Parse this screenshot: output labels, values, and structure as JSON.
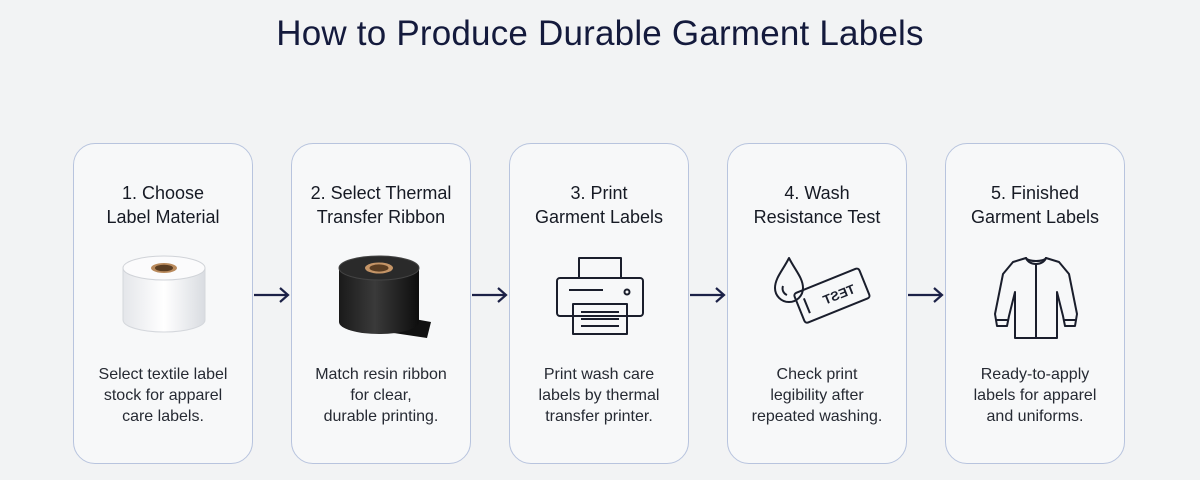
{
  "title": "How to Produce Durable Garment Labels",
  "steps": [
    {
      "title_lines": [
        "1. Choose",
        "Label Material"
      ],
      "icon": "white-label-roll-icon",
      "desc_lines": [
        "Select textile label",
        "stock for apparel",
        "care labels."
      ]
    },
    {
      "title_lines": [
        "2. Select Thermal",
        "Transfer Ribbon"
      ],
      "icon": "black-ribbon-roll-icon",
      "desc_lines": [
        "Match resin ribbon",
        "for clear,",
        "durable printing."
      ]
    },
    {
      "title_lines": [
        "3. Print",
        "Garment Labels"
      ],
      "icon": "printer-icon",
      "desc_lines": [
        "Print wash care",
        "labels by thermal",
        "transfer printer."
      ]
    },
    {
      "title_lines": [
        "4. Wash",
        "Resistance Test"
      ],
      "icon": "water-drop-label-icon",
      "icon_text": "TEST",
      "desc_lines": [
        "Check print",
        "legibility after",
        "repeated washing."
      ]
    },
    {
      "title_lines": [
        "5. Finished",
        "Garment Labels"
      ],
      "icon": "shirt-icon",
      "desc_lines": [
        "Ready-to-apply",
        "labels for apparel",
        "and uniforms."
      ]
    }
  ],
  "arrows": [
    "arrow-right-icon",
    "arrow-right-icon",
    "arrow-right-icon",
    "arrow-right-icon"
  ],
  "colors": {
    "background": "#f2f3f4",
    "card_border": "#b8c4de",
    "title": "#141a3c",
    "arrow": "#1c2147"
  }
}
